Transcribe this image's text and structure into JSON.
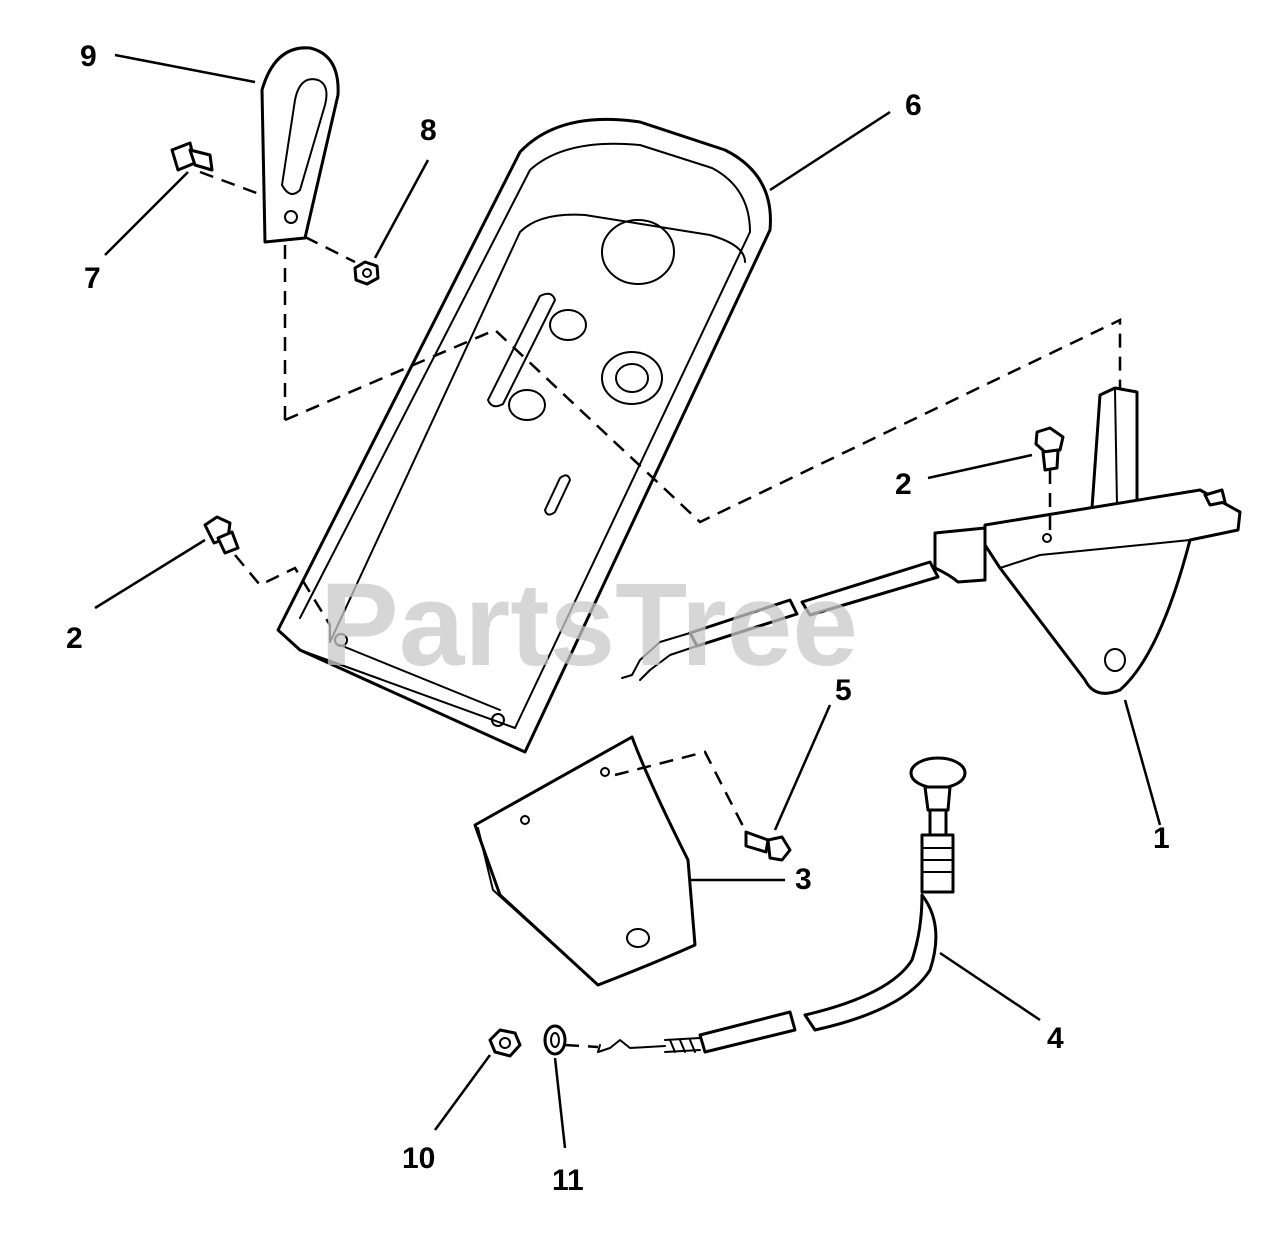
{
  "watermark": "PartsTree",
  "callouts": [
    "9",
    "8",
    "6",
    "7",
    "2",
    "2",
    "5",
    "1",
    "3",
    "4",
    "10",
    "11"
  ],
  "colors": {
    "line": "#000000",
    "background": "#ffffff",
    "watermark": "#c9c9c9"
  }
}
